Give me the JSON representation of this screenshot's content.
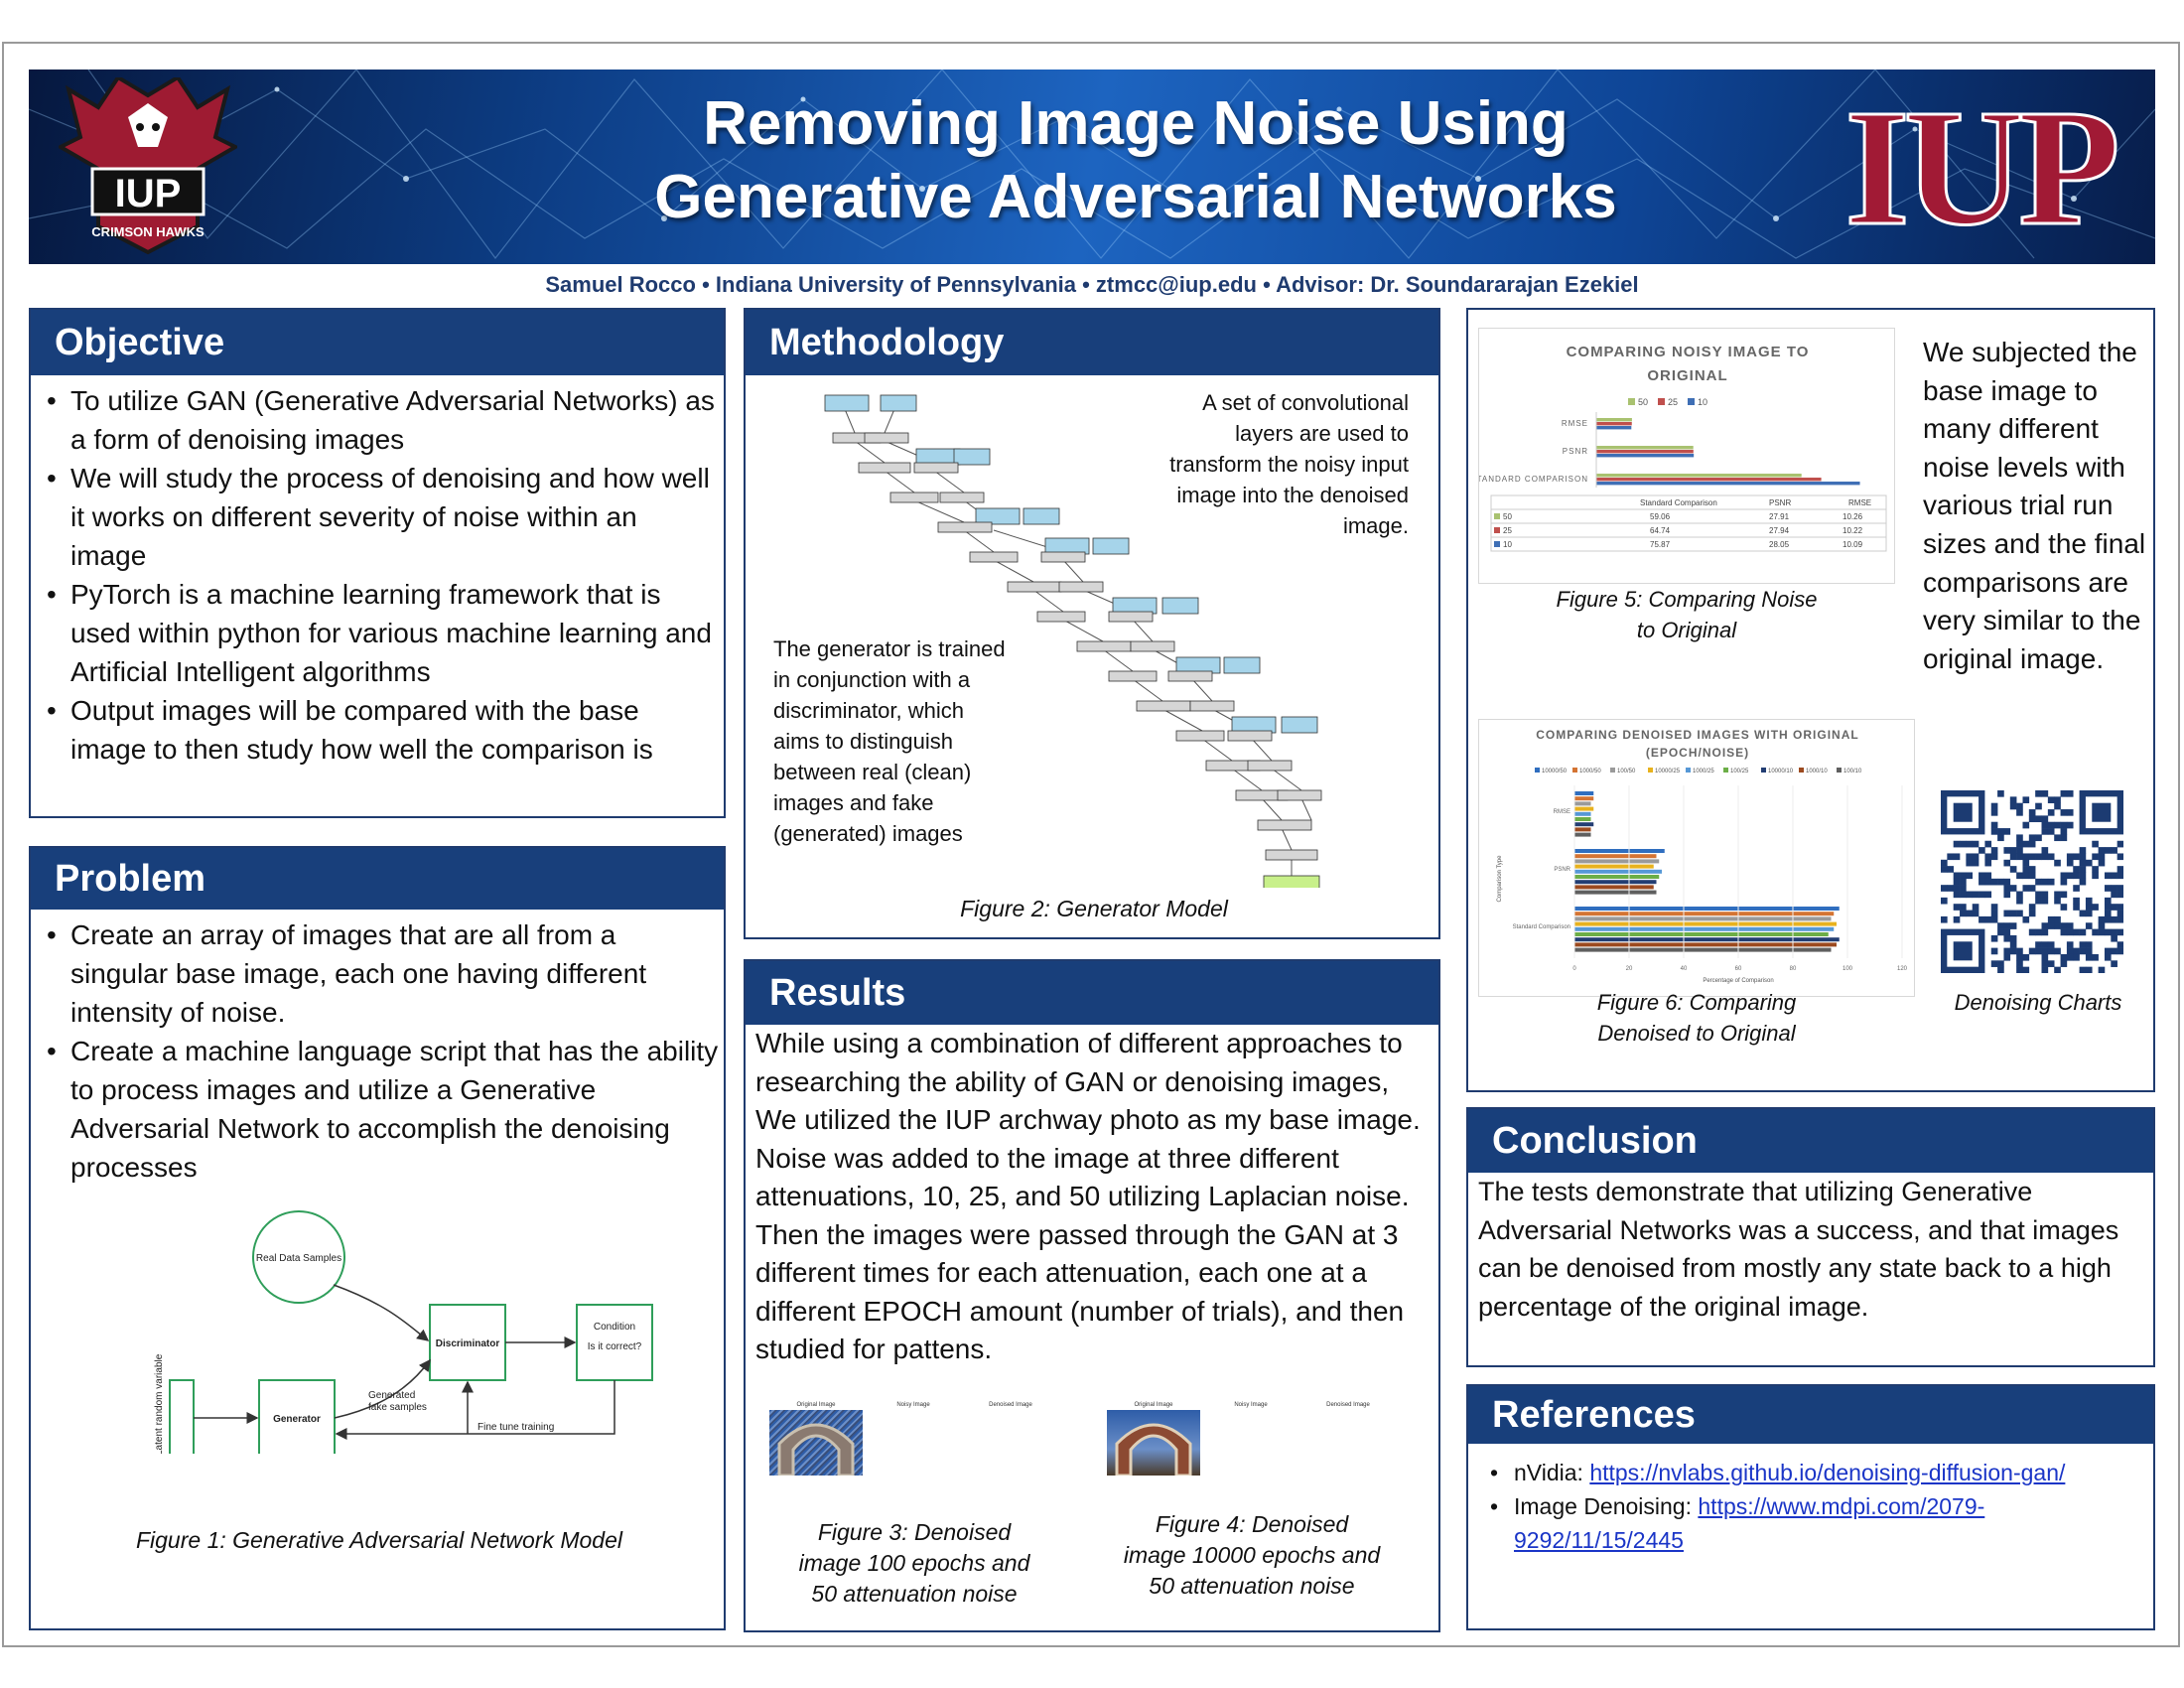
{
  "header": {
    "title_line1": "Removing Image Noise Using",
    "title_line2": "Generative Adversarial Networks",
    "logo_text": "IUP",
    "logo_sub": "CRIMSON HAWKS",
    "wordmark": "IUP",
    "authors": "Samuel Rocco • Indiana University of Pennsylvania • ztmcc@iup.edu • Advisor: Dr. Soundararajan Ezekiel"
  },
  "objective": {
    "heading": "Objective",
    "items": [
      "To utilize GAN (Generative Adversarial Networks) as a form of denoising images",
      "We will study the process of denoising and how well it works on different severity of noise within an image",
      "PyTorch is a machine learning framework that is used within python for various machine learning and Artificial Intelligent algorithms",
      "Output images will be compared with the base image to then study how well the comparison is"
    ]
  },
  "problem": {
    "heading": "Problem",
    "items": [
      "Create an array of images that are all from a singular base image, each one having different intensity of noise.",
      "Create a machine language script that has the ability to process images and utilize a Generative Adversarial Network to accomplish the denoising processes"
    ],
    "figure1": {
      "real": "Real Data Samples",
      "discriminator": "Discriminator",
      "condition": "Condition",
      "correct": "Is it correct?",
      "generator": "Generator",
      "latent": "Latent random variable",
      "generated1": "Generated",
      "generated2": "fake samples",
      "finetune": "Fine tune training"
    },
    "caption": "Figure 1: Generative Adversarial Network Model"
  },
  "methodology": {
    "heading": "Methodology",
    "text_right": "A set of convolutional layers are used to transform the noisy input image into the denoised image.",
    "text_left": "The generator is trained in conjunction with a discriminator, which aims to distinguish between real (clean) images and fake (generated) images",
    "caption": "Figure 2: Generator Model"
  },
  "results": {
    "heading": "Results",
    "text": "While using a combination of different approaches to researching the ability of GAN or denoising images, We utilized the IUP archway photo as my base image. Noise was added to the image at three different attenuations, 10, 25, and 50 utilizing Laplacian noise. Then the images were passed through the GAN at 3 different times for each attenuation, each one at a different EPOCH amount (number of trials), and then studied for pattens.",
    "img_labels": [
      "Original Image",
      "Noisy Image",
      "Denoised Image"
    ],
    "caption3": "Figure 3: Denoised image 100 epochs and 50 attenuation noise",
    "caption4": "Figure 4: Denoised image 10000 epochs and 50 attenuation noise"
  },
  "charts": {
    "caption5": "Figure 5: Comparing Noise to Original",
    "caption6": "Figure 6: Comparing Denoised to Original",
    "side_text": "We subjected the base image to many different noise levels with various trial run sizes and the final comparisons are very similar to the original image.",
    "qr_caption": "Denoising Charts",
    "table_headers": [
      "",
      "Standard Comparison",
      "PSNR",
      "RMSE"
    ]
  },
  "chart_data": [
    {
      "type": "bar",
      "title": "COMPARING NOISY IMAGE TO ORIGINAL",
      "categories": [
        "RMSE",
        "PSNR",
        "STANDARD COMPARISON"
      ],
      "series": [
        {
          "name": "50",
          "values": [
            10.26,
            27.91,
            59.06
          ]
        },
        {
          "name": "25",
          "values": [
            10.22,
            27.94,
            64.74
          ]
        },
        {
          "name": "10",
          "values": [
            10.09,
            28.05,
            75.87
          ]
        }
      ],
      "colors": [
        "#a9c270",
        "#c0504d",
        "#3f6fb5"
      ]
    },
    {
      "type": "bar",
      "title": "COMPARING DENOISED IMAGES WITH ORIGINAL (EPOCH/NOISE)",
      "ylabel": "Comparison Type",
      "xlabel": "Percentage of Comparison",
      "xlim": [
        0,
        120
      ],
      "xticks": [
        "0",
        "20",
        "40",
        "60",
        "80",
        "100",
        "120"
      ],
      "categories": [
        "RMSE",
        "PSNR",
        "Standard Comparison"
      ],
      "series": [
        {
          "name": "10000/50",
          "values": [
            7,
            33,
            97
          ]
        },
        {
          "name": "1000/50",
          "values": [
            7,
            30,
            95
          ]
        },
        {
          "name": "100/50",
          "values": [
            6,
            31,
            94
          ]
        },
        {
          "name": "10000/25",
          "values": [
            7,
            29,
            96
          ]
        },
        {
          "name": "1000/25",
          "values": [
            6,
            32,
            95
          ]
        },
        {
          "name": "100/25",
          "values": [
            6,
            31,
            93
          ]
        },
        {
          "name": "10000/10",
          "values": [
            7,
            30,
            97
          ]
        },
        {
          "name": "1000/10",
          "values": [
            6,
            29,
            96
          ]
        },
        {
          "name": "100/10",
          "values": [
            6,
            30,
            94
          ]
        }
      ],
      "colors": [
        "#2f6ebf",
        "#d47433",
        "#9a9a9a",
        "#e8b21e",
        "#5698d6",
        "#6cae47",
        "#233e73",
        "#9c4a1f",
        "#5f5f5f"
      ]
    }
  ],
  "conclusion": {
    "heading": "Conclusion",
    "text": "The tests demonstrate that utilizing Generative Adversarial Networks was a success, and that images can be denoised from mostly any state back to a high percentage of the original image."
  },
  "references": {
    "heading": "References",
    "items": [
      {
        "label": "nVidia: ",
        "link": "https://nvlabs.github.io/denoising-diffusion-gan/"
      },
      {
        "label": "Image Denoising: ",
        "link": "https://www.mdpi.com/2079-9292/11/15/2445"
      }
    ]
  }
}
